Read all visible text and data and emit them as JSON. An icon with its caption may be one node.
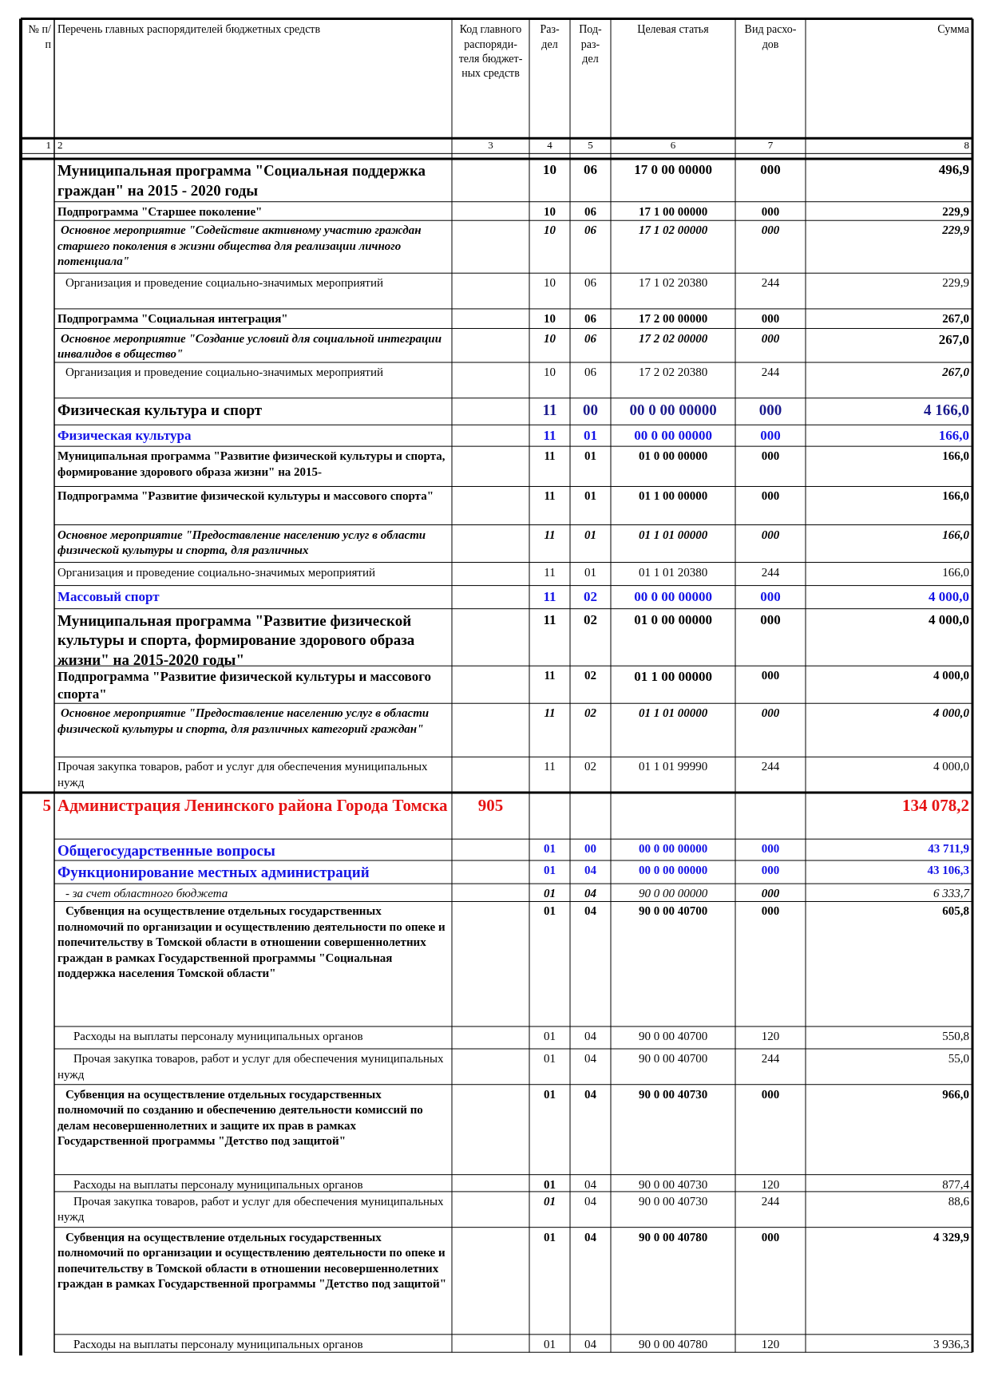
{
  "diagram": {
    "labels": [
      "№ п/п",
      "Перечень главных распорядителей бюджетных средств",
      "Код главного распоряди- теля бюджет- ных средств",
      "Раз- дел",
      "Под- раз- дел",
      "Целевая статья",
      "Вид расхо- дов",
      "Сумма",
      "1",
      "2",
      "3",
      "4",
      "5",
      "6",
      "7",
      "8",
      "Муниципальная программа \"Социальная поддержка граждан\" на 2015 - 2020 годы",
      "10",
      "06",
      "17 0 00 00000",
      "000",
      "496,9",
      "Подпрограмма \"Старшее поколение\"",
      "10",
      "06",
      "17 1 00 00000",
      "000",
      "229,9",
      "Основное мероприятие \"Содействие активному участию граждан старшего поколения в жизни общества для реализации личного потенциала\"",
      "10",
      "06",
      "17 1 02 00000",
      "000",
      "229,9",
      "Организация и проведение социально-значимых мероприятий",
      "10",
      "06",
      "17 1 02 20380",
      "244",
      "229,9",
      "Подпрограмма \"Социальная интеграция\"",
      "10",
      "06",
      "17 2 00 00000",
      "000",
      "267,0",
      "Основное мероприятие \"Создание условий для социальной интеграции инвалидов в общество\"",
      "10",
      "06",
      "17 2 02 00000",
      "000",
      "267,0",
      "Организация и проведение социально-значимых мероприятий",
      "10",
      "06",
      "17 2 02 20380",
      "244",
      "267,0",
      "Физическая культура и спорт",
      "11",
      "00",
      "00 0 00 00000",
      "000",
      "4 166,0",
      "Физическая культура",
      "11",
      "01",
      "00 0 00 00000",
      "000",
      "166,0",
      "Муниципальная программа \"Развитие физической культуры и спорта, формирование здорового образа жизни\" на 2015-",
      "11",
      "01",
      "01 0 00 00000",
      "000",
      "166,0",
      "Подпрограмма \"Развитие физической культуры и массового спорта\"",
      "11",
      "01",
      "01 1 00 00000",
      "000",
      "166,0",
      "Основное мероприятие \"Предоставление населению услуг в области физической культуры и спорта, для различных",
      "11",
      "01",
      "01 1 01 00000",
      "000",
      "166,0",
      "Организация и проведение социально-значимых мероприятий",
      "11",
      "01",
      "01 1 01 20380",
      "244",
      "166,0",
      "Массовый спорт",
      "11",
      "02",
      "00 0 00 00000",
      "000",
      "4 000,0",
      "Муниципальная программа \"Развитие физической культуры и спорта, формирование здорового образа жизни\" на 2015-2020 годы\"",
      "11",
      "02",
      "01 0 00 00000",
      "000",
      "4 000,0",
      "Подпрограмма \"Развитие физической культуры и массового спорта\"",
      "11",
      "02",
      "01 1 00 00000",
      "000",
      "4 000,0",
      "Основное мероприятие \"Предоставление населению услуг в области физической культуры и спорта, для различных категорий граждан\"",
      "11",
      "02",
      "01 1 01 00000",
      "000",
      "4 000,0",
      "Прочая закупка товаров, работ и услуг для обеспечения муниципальных нужд",
      "11",
      "02",
      "01 1 01 99990",
      "244",
      "4 000,0",
      "5",
      "Администрация Ленинского района Города Томска",
      "905",
      "134 078,2",
      "Общегосударственные вопросы",
      "01",
      "00",
      "00 0 00 00000",
      "000",
      "43 711,9",
      "Функционирование местных администраций",
      "01",
      "04",
      "00 0 00 00000",
      "000",
      "43 106,3",
      "- за счет областного бюджета",
      "01",
      "04",
      "90 0 00 00000",
      "000",
      "6 333,7",
      "Субвенция на осуществление отдельных государственных полномочий по организации и осуществлению деятельности по опеке и попечительству в Томской области в отношении совершеннолетних граждан в рамках Государственной программы \"Социальная поддержка населения Томской области\"",
      "01",
      "04",
      "90 0 00 40700",
      "000",
      "605,8",
      "Расходы на выплаты персоналу муниципальных органов",
      "01",
      "04",
      "90 0 00 40700",
      "120",
      "550,8",
      "Прочая закупка товаров, работ и услуг для обеспечения муниципальных нужд",
      "01",
      "04",
      "90 0 00 40700",
      "244",
      "55,0",
      "Субвенция на осуществление отдельных государственных полномочий по созданию и обеспечению деятельности комиссий по делам несовершеннолетних и защите их прав в рамках Государственной программы \"Детство под защитой\"",
      "01",
      "04",
      "90 0 00 40730",
      "000",
      "966,0",
      "Расходы на выплаты персоналу муниципальных органов",
      "01",
      "04",
      "90 0 00 40730",
      "120",
      "877,4",
      "Прочая закупка товаров, работ и услуг для обеспечения муниципальных нужд",
      "01",
      "04",
      "90 0 00 40730",
      "244",
      "88,6",
      "Субвенция на осуществление отдельных государственных полномочий по организации и осуществлению деятельности по опеке и попечительству в Томской области в отношении несовершеннолетних граждан в рамках Государственной программы \"Детство под защитой\"",
      "01",
      "04",
      "90 0 00 40780",
      "000",
      "4 329,9",
      "Расходы на выплаты персоналу муниципальных органов",
      "01",
      "04",
      "90 0 00 40780",
      "120",
      "3 936,3"
    ]
  }
}
